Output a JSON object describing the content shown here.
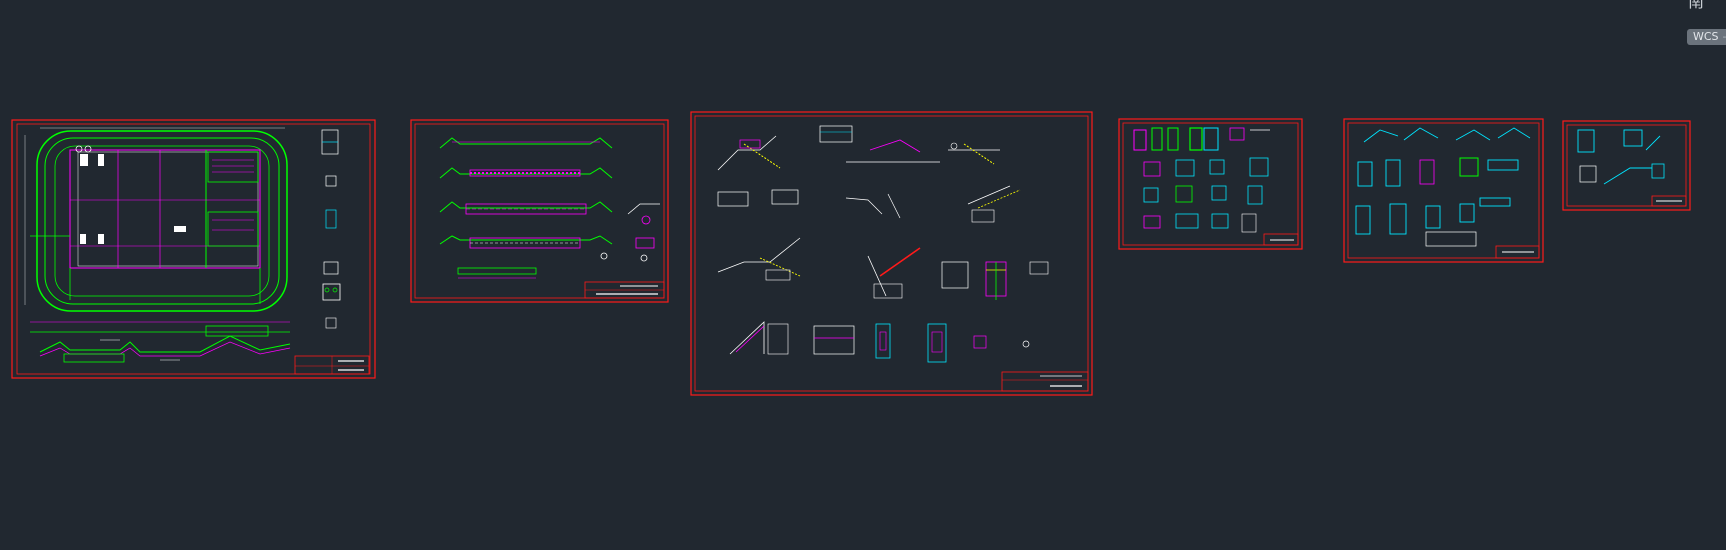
{
  "viewport": {
    "compass_glyph": "南",
    "wcs_label": "WCS",
    "wcs_suffix": "-"
  },
  "colors": {
    "background": "#212830",
    "frame": "#ff1a1a",
    "magenta": "#ff00ff",
    "green": "#00ff00",
    "cyan": "#00e5ff",
    "white": "#ffffff",
    "yellow": "#ffff00"
  },
  "sheets": [
    {
      "id": "sheet-1",
      "kind": "plan"
    },
    {
      "id": "sheet-2",
      "kind": "sections"
    },
    {
      "id": "sheet-3",
      "kind": "details"
    },
    {
      "id": "sheet-4",
      "kind": "details"
    },
    {
      "id": "sheet-5",
      "kind": "details"
    },
    {
      "id": "sheet-6",
      "kind": "details"
    }
  ]
}
